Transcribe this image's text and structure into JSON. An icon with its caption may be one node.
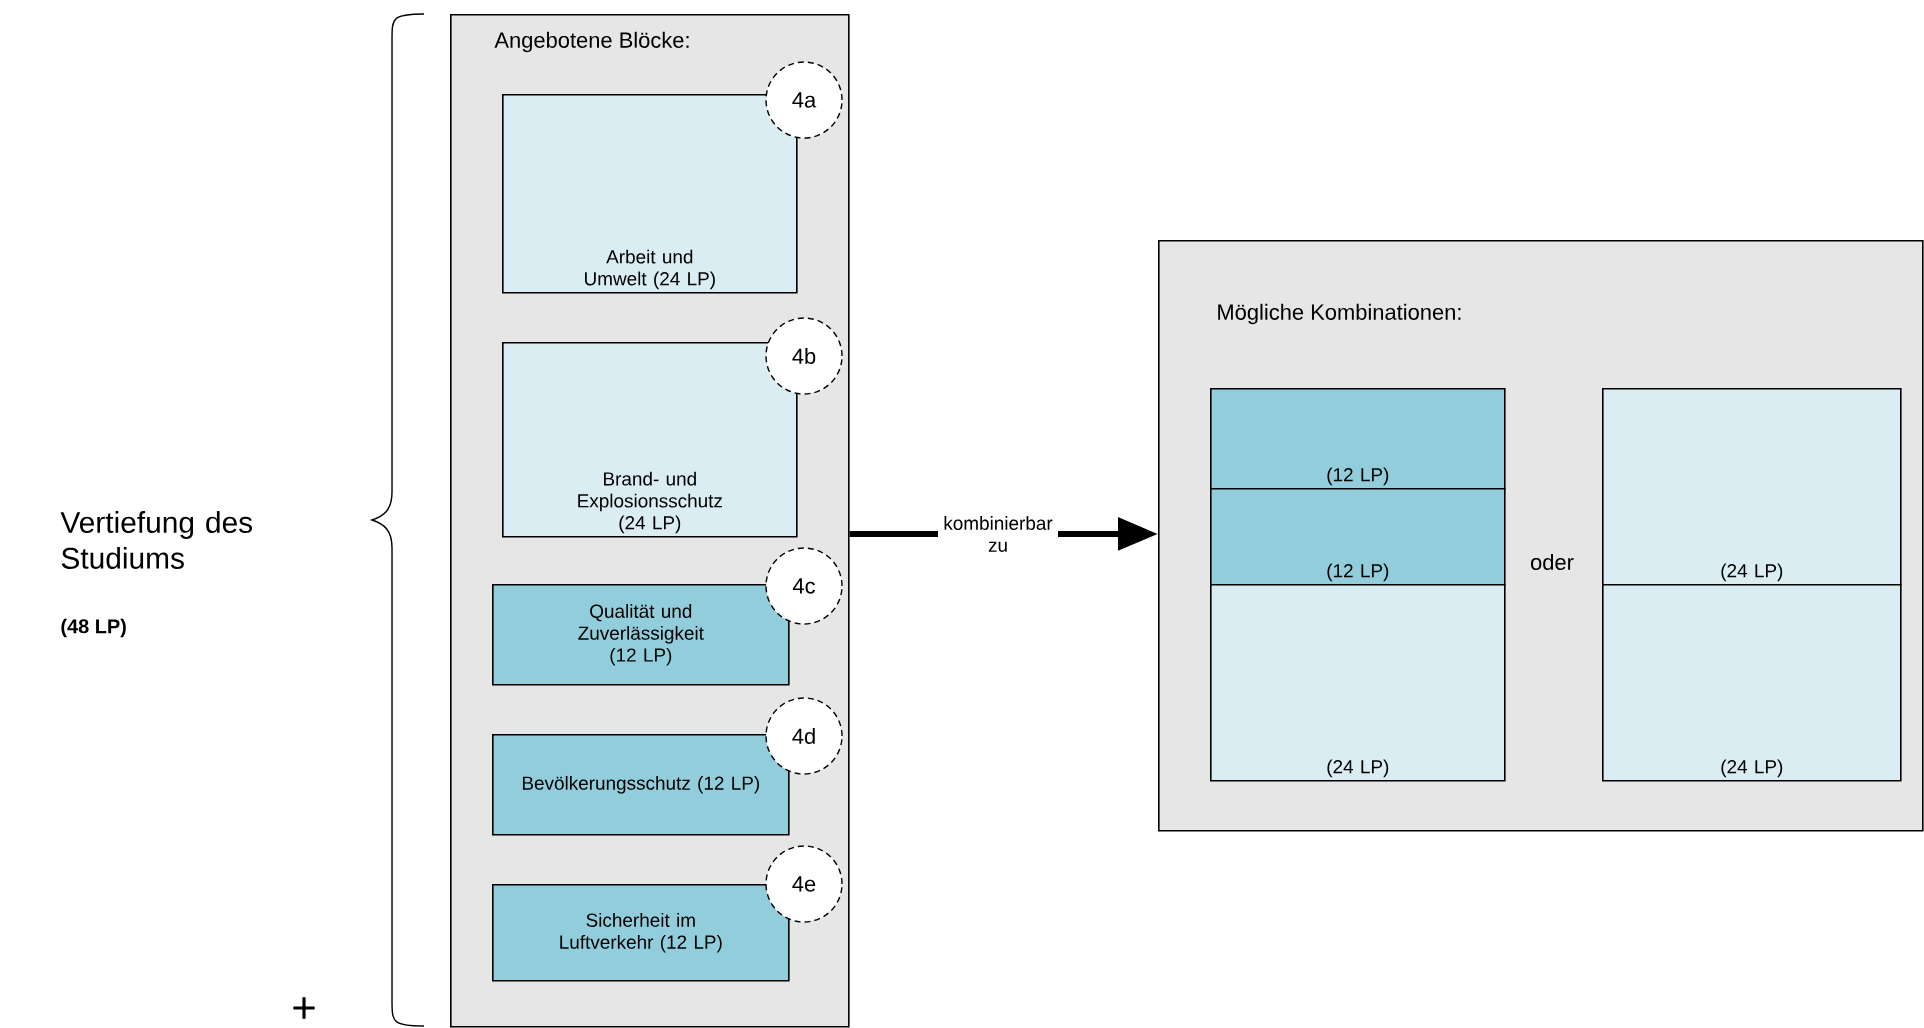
{
  "diagram": {
    "nodes": [
      {
        "text": [
          "Angebotene Blöcke:"
        ]
      },
      {
        "text": [
          "Arbeit und Umwelt (24 LP)"
        ],
        "in": 0
      },
      {
        "text": [
          "4a"
        ],
        "in": 0
      },
      {
        "text": [
          "Brand- und Explosionsschutz (24 LP)"
        ],
        "in": 0
      },
      {
        "text": [
          "4b"
        ],
        "in": 0
      },
      {
        "text": [
          "Qualität und Zuverlässigkeit (12 LP)"
        ],
        "in": 0
      },
      {
        "text": [
          "4c"
        ],
        "in": 0
      },
      {
        "text": [
          "Bevölkerungsschutz (12 LP)"
        ],
        "in": 0
      },
      {
        "text": [
          "4d"
        ],
        "in": 0
      },
      {
        "text": [
          "Sicherheit im Luftverkehr (12 LP)"
        ],
        "in": 0
      },
      {
        "text": [
          "4e"
        ],
        "in": 0
      },
      {
        "text": [
          "Mögliche Kombinationen:"
        ]
      },
      {
        "text": [
          "(12 LP)"
        ],
        "in": 11
      },
      {
        "text": [
          "(12 LP)"
        ],
        "in": 11
      },
      {
        "text": [
          "(24 LP)"
        ],
        "in": 11
      },
      {
        "text": [
          "(24 LP)"
        ],
        "in": 11
      },
      {
        "text": [
          "(24 LP)"
        ],
        "in": 11
      }
    ],
    "edges": [
      {
        "from": 0,
        "to": 11,
        "arrow": "to",
        "label": "kombinierbar zu"
      }
    ],
    "labels": [
      "Vertiefung des Studiums",
      "(48 LP)",
      "oder",
      "+"
    ]
  }
}
